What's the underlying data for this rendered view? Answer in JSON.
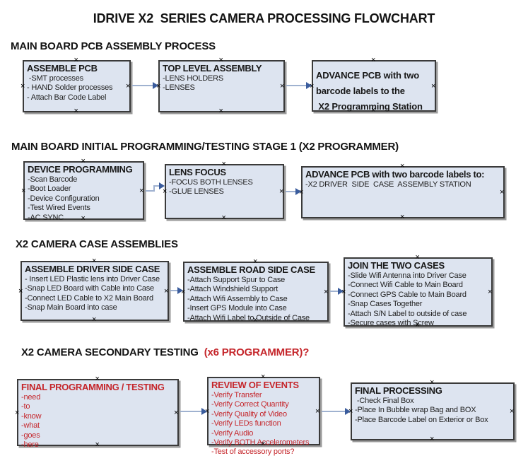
{
  "page": {
    "title": "IDRIVE X2  SERIES CAMERA PROCESSING FLOWCHART"
  },
  "colors": {
    "box_fill": "#dde4f0",
    "box_border": "#3a3a3a",
    "box_shadow": "#9b9b9b",
    "red_text": "#c5262b",
    "arrow_line": "#a0b2d0",
    "arrow_head": "#3a5c9d"
  },
  "sections": [
    {
      "header": "MAIN BOARD PCB ASSEMBLY PROCESS",
      "boxes": [
        {
          "title": "ASSEMBLE PCB",
          "items": [
            " -SMT processes",
            "- HAND Solder processes",
            "- Attach Bar Code Label"
          ]
        },
        {
          "title": "TOP LEVEL ASSEMBLY",
          "items": [
            "-LENS HOLDERS",
            "-LENSES"
          ]
        },
        {
          "title_lines": [
            "ADVANCE PCB with two",
            "barcode labels to the",
            " X2 Programming Station"
          ]
        }
      ]
    },
    {
      "header": "MAIN BOARD INITIAL PROGRAMMING/TESTING STAGE 1 (X2 PROGRAMMER)",
      "boxes": [
        {
          "title": "DEVICE PROGRAMMING",
          "items": [
            "-Scan Barcode",
            "-Boot Loader",
            "-Device Configuration",
            "-Test Wired Events",
            "-AC SYNC"
          ]
        },
        {
          "title": "LENS FOCUS",
          "items": [
            "-FOCUS BOTH LENSES",
            "-GLUE LENSES"
          ]
        },
        {
          "title": "ADVANCE PCB with two barcode labels to:",
          "items": [
            "-X2 DRIVER  SIDE  CASE  ASSEMBLY STATION"
          ]
        }
      ]
    },
    {
      "header": "X2 CAMERA CASE ASSEMBLIES",
      "boxes": [
        {
          "title": "ASSEMBLE DRIVER SIDE CASE",
          "items": [
            "- Insert LED Plastic lens into Driver Case",
            "-Snap LED Board with Cable into Case",
            "-Connect LED Cable to X2 Main Board",
            "-Snap Main Board into case"
          ]
        },
        {
          "title": "ASSEMBLE ROAD SIDE CASE",
          "items": [
            "-Attach Support Spur to Case",
            "-Attach Windshield Support",
            "-Attach Wifi Assembly to Case",
            "-Insert GPS Module into Case",
            "-Attach Wifi Label to Outside of Case"
          ]
        },
        {
          "title": "JOIN THE TWO CASES",
          "items": [
            "-Slide Wifi Antenna into Driver Case",
            "-Connect Wifi Cable to Main Board",
            "-Connect GPS Cable to Main Board",
            "-Snap Cases Together",
            "-Attach S/N Label to outside of case",
            "-Secure cases with Screw"
          ]
        }
      ]
    },
    {
      "header": "X2 CAMERA SECONDARY TESTING  ",
      "header_red": "(x6 PROGRAMMER)?",
      "boxes": [
        {
          "title": "FINAL PROGRAMMING / TESTING",
          "items": [
            "-need",
            "-to",
            "-know",
            "-what",
            "-goes",
            "-here"
          ]
        },
        {
          "title": "REVIEW OF EVENTS",
          "items": [
            "-Verify Transfer",
            "-Verify Correct Quantity",
            "-Verify Quality of Video",
            "-Verify LEDs function",
            "-Verify Audio",
            "-Verify BOTH Accelerometers",
            "-Test of accessory ports?"
          ]
        },
        {
          "title": "FINAL PROCESSING",
          "items": [
            " -Check Final Box",
            "-Place In Bubble wrap Bag and BOX",
            "-Place Barcode Label on Exterior or Box"
          ]
        }
      ]
    }
  ]
}
